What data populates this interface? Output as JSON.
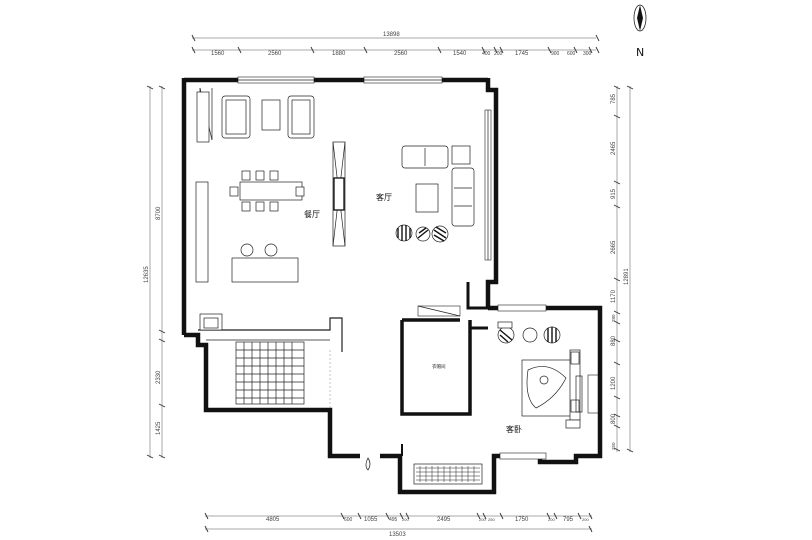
{
  "plan": {
    "compass": {
      "label": "N"
    },
    "rooms": {
      "dining": "餐厅",
      "living": "客厅",
      "guest": "客卧",
      "closet": "衣帽间"
    },
    "dimensions": {
      "top_total": "13898",
      "top_segments": [
        "1560",
        "2560",
        "1880",
        "2560",
        "1540",
        "400",
        "200",
        "1745",
        "900",
        "600",
        "300"
      ],
      "bottom_total": "13503",
      "bottom_segments": [
        "4805",
        "600",
        "1055",
        "495",
        "200",
        "2495",
        "200",
        "250",
        "1750",
        "200",
        "795",
        "200"
      ],
      "left_total": "12635",
      "left_segments": [
        "8700",
        "2330",
        "1425"
      ],
      "right_total": "12891",
      "right_segments": [
        "785",
        "2465",
        "915",
        "2665",
        "1170",
        "280",
        "880",
        "1200",
        "800",
        "250"
      ]
    }
  }
}
